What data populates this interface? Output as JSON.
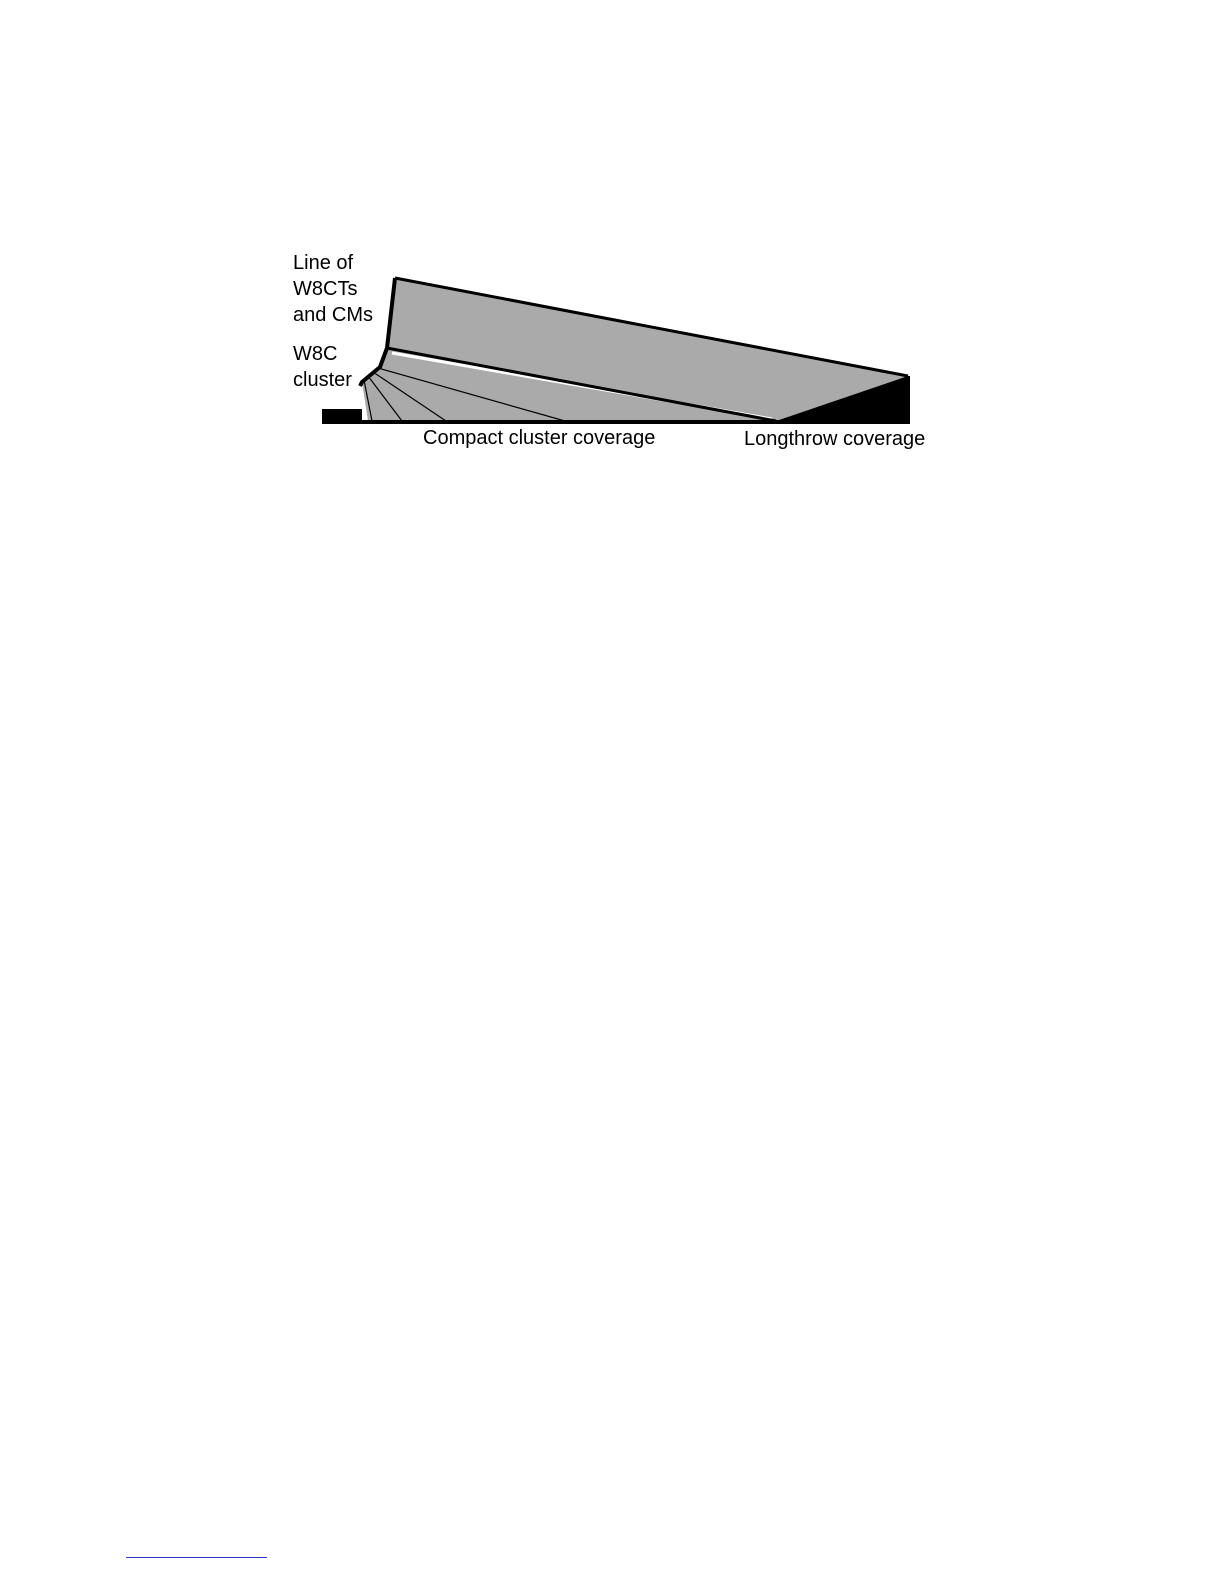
{
  "labels": {
    "line_of_array": [
      "Line of",
      "W8CTs",
      "and CMs"
    ],
    "cluster": [
      "W8C",
      "cluster"
    ],
    "compact_coverage": "Compact cluster coverage",
    "longthrow_coverage": "Longthrow coverage"
  },
  "colors": {
    "coverage_fill": "#aaaaaa",
    "outline": "#000000",
    "footnote_rule": "#2f3fbf"
  }
}
